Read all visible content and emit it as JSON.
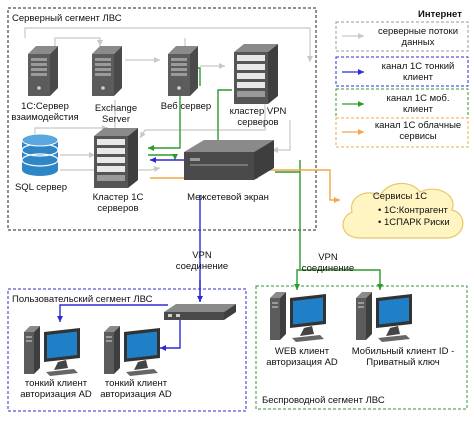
{
  "header": {
    "title": "Интернет"
  },
  "segments": {
    "server": "Серверный сегмент ЛВС",
    "user": "Пользовательский сегмент ЛВС",
    "wireless": "Беспроводной сегмент ЛВС"
  },
  "nodes": {
    "c1_server": "1С:Сервер взаимодейстия",
    "exchange": "Exchange Server",
    "web_server": "Веб сервер",
    "vpn_cluster": "кластер VPN серверов",
    "sql": "SQL сервер",
    "cluster_1c": "Кластер 1С серверов",
    "firewall": "Межсетевой экран",
    "thin_client_1": "тонкий клиент авторизация AD",
    "thin_client_2": "тонкий клиент авторизация AD",
    "web_client": "WEB клиент авторизация AD",
    "mobile_client": "Мобильный клиент ID - Приватный ключ"
  },
  "vpn_labels": {
    "left": "VPN соединение",
    "right": "VPN соединение"
  },
  "cloud": {
    "title": "Сервисы 1С",
    "items": [
      "1С:Контрагент",
      "1СПАРК Риски"
    ]
  },
  "legend": [
    {
      "label": "серверные потоки данных",
      "color": "#c8c8c8"
    },
    {
      "label": "канал 1С тонкий клиент",
      "color": "#2b2bd6"
    },
    {
      "label": "канал 1С моб. клиент",
      "color": "#2e9a2e"
    },
    {
      "label": "канал 1С облачные сервисы",
      "color": "#f0a848"
    }
  ],
  "colors": {
    "server_dark": "#3a3a3a",
    "server_mid": "#6b6b6b",
    "monitor_blue": "#1f7fc7",
    "db_blue": "#2f86c7",
    "cloud_fill": "#fff5c2",
    "cloud_stroke": "#e8c866",
    "blue_line": "#2b2bd6",
    "green_line": "#2e9a2e",
    "orange_line": "#f0a848",
    "gray_line": "#c8c8c8"
  }
}
